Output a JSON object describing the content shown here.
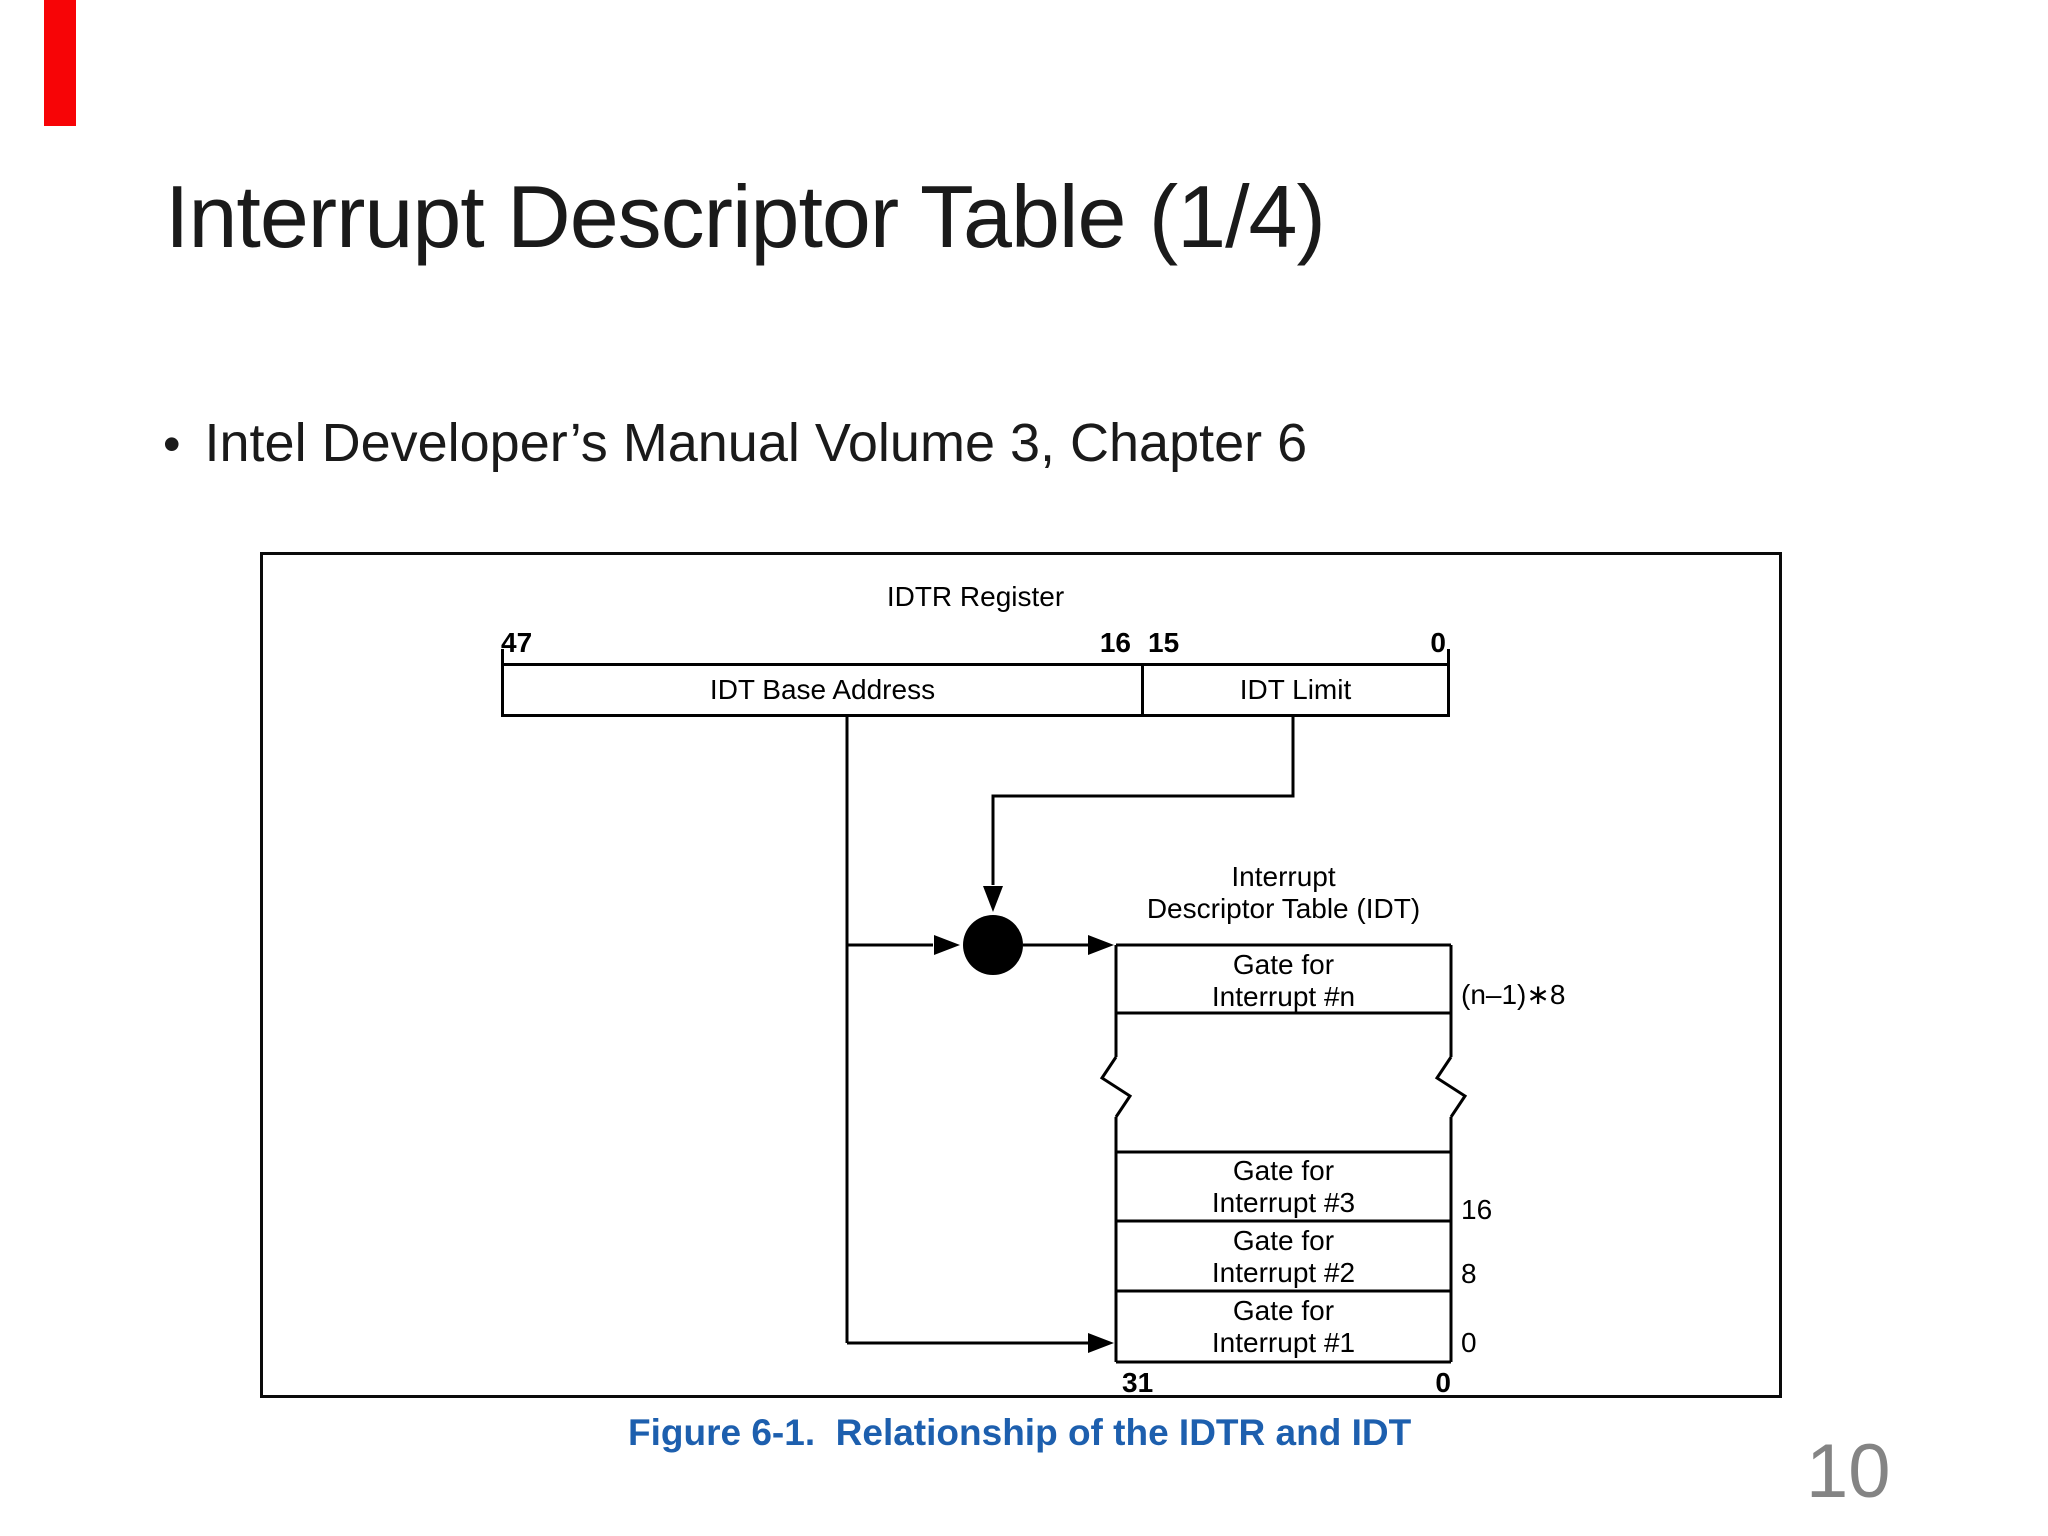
{
  "slide": {
    "title": "Interrupt Descriptor Table (1/4)",
    "bullet": {
      "marker": "•",
      "text": "Intel Developer’s Manual Volume 3, Chapter 6"
    },
    "page_number": "10"
  },
  "figure": {
    "caption": "Figure 6-1.  Relationship of the IDTR and IDT",
    "idtr": {
      "label": "IDTR Register",
      "bit_47": "47",
      "bit_16": "16",
      "bit_15": "15",
      "bit_0": "0",
      "base_label": "IDT Base Address",
      "limit_label": "IDT Limit"
    },
    "idt": {
      "header_line1": "Interrupt",
      "header_line2": "Descriptor Table (IDT)",
      "rows": [
        {
          "line1": "Gate for",
          "line2": "Interrupt #n",
          "offset": "(n–1)∗8"
        },
        {
          "line1": "Gate for",
          "line2": "Interrupt #3",
          "offset": "16"
        },
        {
          "line1": "Gate for",
          "line2": "Interrupt #2",
          "offset": "8"
        },
        {
          "line1": "Gate for",
          "line2": "Interrupt #1",
          "offset": "0"
        }
      ],
      "bottom_bit_left": "31",
      "bottom_bit_right": "0"
    },
    "colors": {
      "caption_blue": "#1d5fae",
      "line_black": "#000000",
      "marker_red": "#f70406",
      "page_gray": "#848484"
    }
  }
}
